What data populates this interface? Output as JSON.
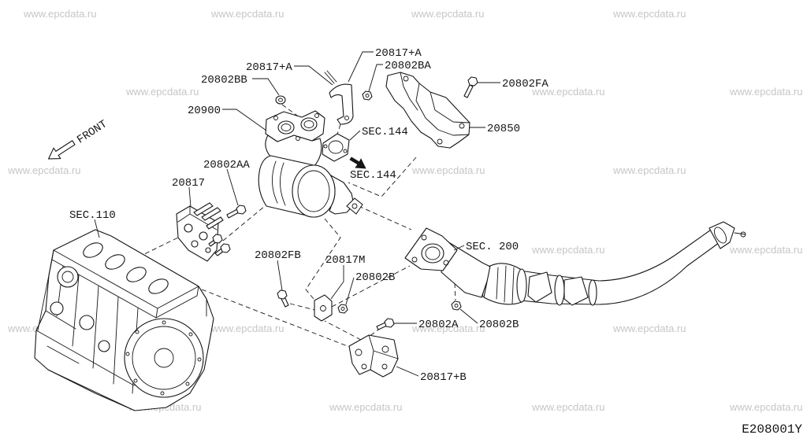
{
  "watermark": "www.epcdata.ru",
  "diagram_code": "E208001Y",
  "front_label": "FRONT",
  "callouts": {
    "part_20817_a_left": "20817+A",
    "part_20817_a_right": "20817+A",
    "part_20802bb": "20802BB",
    "part_20802ba": "20802BA",
    "part_20802fa": "20802FA",
    "part_20900": "20900",
    "sec_144_upper": "SEC.144",
    "part_20850": "20850",
    "sec_144_lower": "SEC.144",
    "part_20802aa": "20802AA",
    "part_20817": "20817",
    "sec_110": "SEC.110",
    "sec_200": "SEC. 200",
    "part_20802fb": "20802FB",
    "part_20817m": "20817M",
    "part_20802b_upper": "20802B",
    "part_20802a": "20802A",
    "part_20802b_lower": "20802B",
    "part_20817_b": "20817+B"
  }
}
